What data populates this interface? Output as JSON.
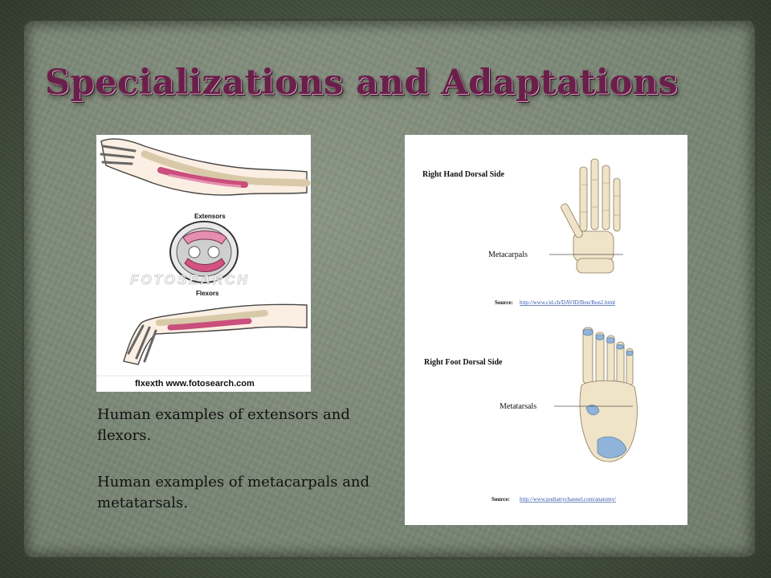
{
  "slide": {
    "title": "Specializations and Adaptations",
    "captions": [
      "Human examples of extensors and flexors.",
      "Human examples of metacarpals and metatarsals."
    ]
  },
  "left_image": {
    "label_top": "Extensors",
    "label_bottom": "Flexors",
    "watermark": "FOTOSEARCH",
    "credit": "fIxexth  www.fotosearch.com"
  },
  "right_image": {
    "hand_title": "Right Hand Dorsal Side",
    "hand_label": "Metacarpals",
    "hand_source_prefix": "Source:",
    "hand_source_url": "http://www.cid.ch/DAVID/Bon/Bon2.html",
    "foot_title": "Right Foot Dorsal Side",
    "foot_label": "Metatarsals",
    "foot_source_prefix": "Source:",
    "foot_source_url": "http://www.podiatrychannel.com/anatomy/"
  },
  "colors": {
    "title": "#6a1f4a",
    "panel": "#7c8877",
    "frame": "#4a5844",
    "link": "#3355aa"
  }
}
